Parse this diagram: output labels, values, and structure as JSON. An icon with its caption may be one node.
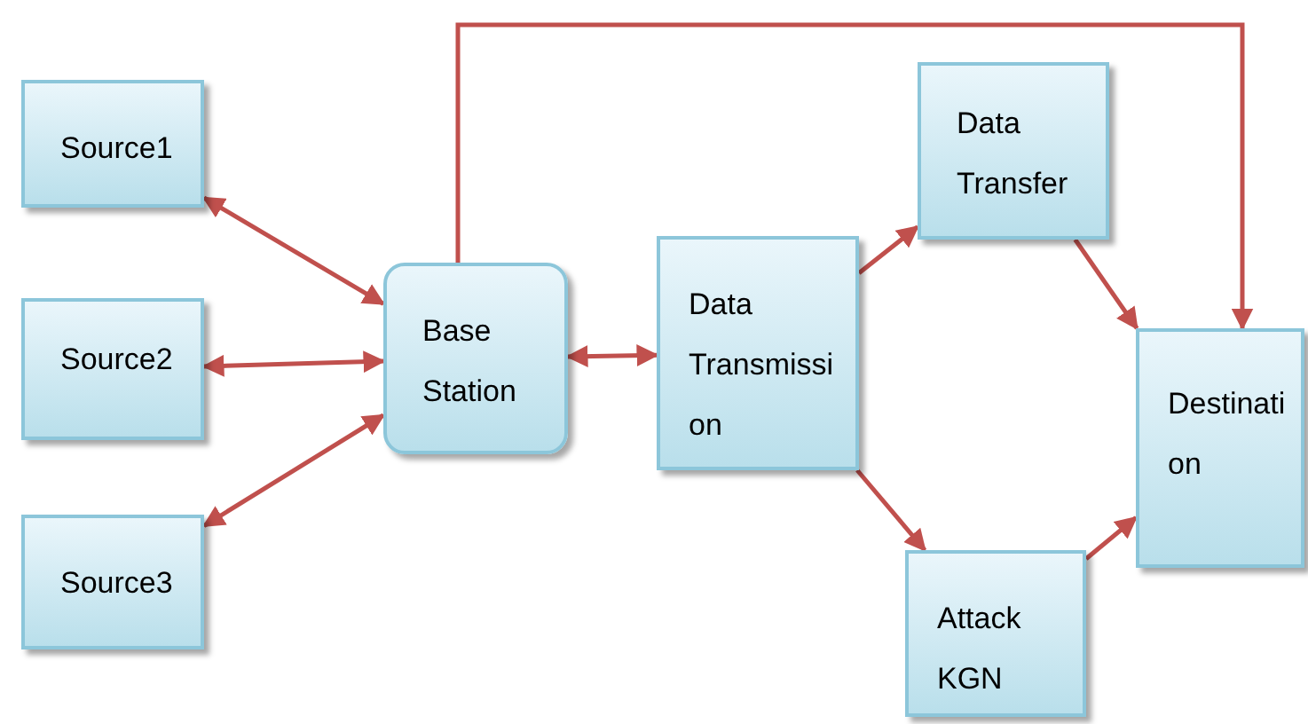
{
  "diagram": {
    "nodes": [
      {
        "text": [
          "Source1"
        ]
      },
      {
        "text": [
          "Source2"
        ]
      },
      {
        "text": [
          "Source3"
        ]
      },
      {
        "text": [
          "Base Station"
        ]
      },
      {
        "text": [
          "Data Transmission"
        ]
      },
      {
        "text": [
          "Data Transfer"
        ]
      },
      {
        "text": [
          "Attack KGN"
        ]
      },
      {
        "text": [
          "Destination"
        ]
      }
    ],
    "edges": [
      {
        "from": 0,
        "to": 3,
        "arrow": "both"
      },
      {
        "from": 1,
        "to": 3,
        "arrow": "both"
      },
      {
        "from": 2,
        "to": 3,
        "arrow": "both"
      },
      {
        "from": 3,
        "to": 4,
        "arrow": "both"
      },
      {
        "from": 4,
        "to": 5,
        "arrow": "to"
      },
      {
        "from": 4,
        "to": 6,
        "arrow": "to"
      },
      {
        "from": 5,
        "to": 7,
        "arrow": "to"
      },
      {
        "from": 6,
        "to": 7,
        "arrow": "to"
      },
      {
        "from": 3,
        "to": 7,
        "arrow": "to"
      }
    ]
  }
}
